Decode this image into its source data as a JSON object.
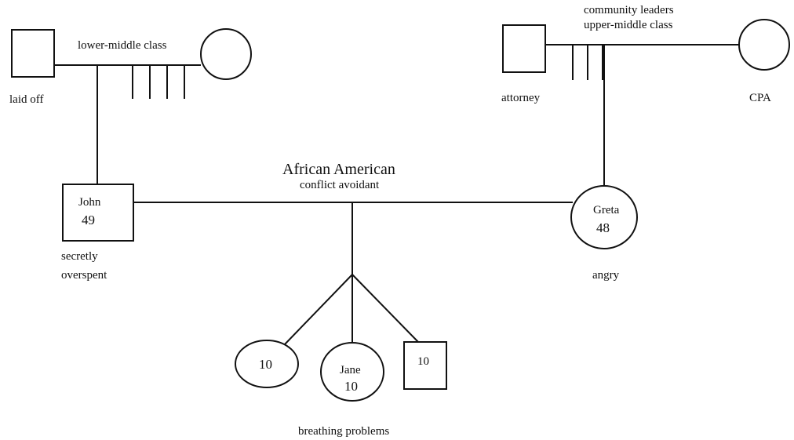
{
  "family": {
    "ethnicity": "African American",
    "pattern": "conflict avoidant"
  },
  "paternal_grandparents": {
    "class": "lower-middle class",
    "father": {
      "note": "laid off"
    }
  },
  "maternal_grandparents": {
    "class_line1": "community leaders",
    "class_line2": "upper-middle class",
    "father": {
      "note": "attorney"
    },
    "mother": {
      "note": "CPA"
    }
  },
  "john": {
    "name": "John",
    "age": "49",
    "note_line1": "secretly",
    "note_line2": "overspent"
  },
  "greta": {
    "name": "Greta",
    "age": "48",
    "note": "angry"
  },
  "children": {
    "left_girl": {
      "age": "10"
    },
    "jane": {
      "name": "Jane",
      "age": "10",
      "note": "breathing problems"
    },
    "boy": {
      "age": "10"
    }
  },
  "conflict_tallies": {
    "paternal": 4,
    "maternal": 3
  }
}
